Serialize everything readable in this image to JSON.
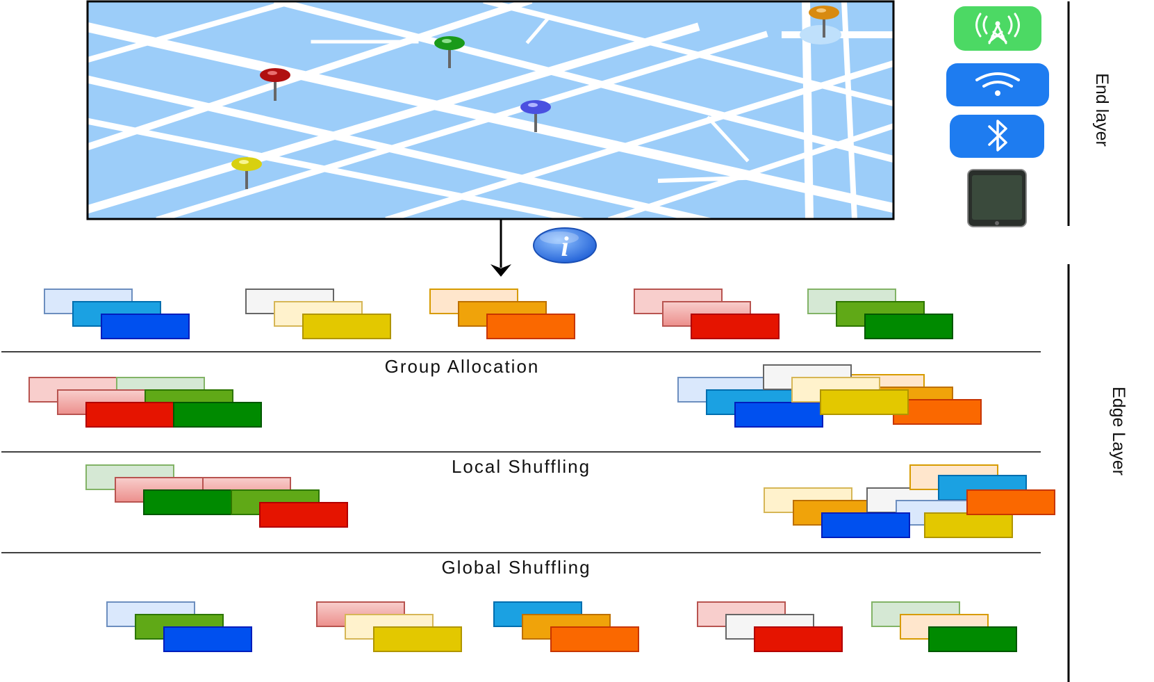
{
  "stage_labels": {
    "group_allocation": "Group Allocation",
    "local_shuffling": "Local Shuffling",
    "global_shuffling": "Global Shuffling"
  },
  "layer_labels": {
    "end": "End layer",
    "edge": "Edge Layer"
  },
  "icons": {
    "map": "city-map-with-location-pins",
    "info": "info-icon",
    "cellular": "cellular-tower-icon",
    "wifi": "wifi-icon",
    "bluetooth": "bluetooth-icon",
    "phone": "smartphone-icon",
    "arrow": "arrow-down-icon"
  },
  "colors": {
    "map_water": "#9ccdf9",
    "map_road": "#ffffff",
    "cellular_bg": "#4cd964",
    "wifi_bg": "#1e7cf0",
    "bluetooth_bg": "#1e7cf0",
    "info_blue": "#2f6fe0",
    "blue_group": [
      "#dae8fc",
      "#1ba1e2",
      "#0050ef"
    ],
    "yellow_group": [
      "#f5f5f5",
      "#fff2cc",
      "#e3c800"
    ],
    "orange_group": [
      "#ffe6cc",
      "#f0a30a",
      "#fa6800"
    ],
    "red_group": [
      "#f8cecc",
      "#f19c99",
      "#e51400"
    ],
    "green_group": [
      "#d5e8d4",
      "#60a917",
      "#008a00"
    ]
  }
}
